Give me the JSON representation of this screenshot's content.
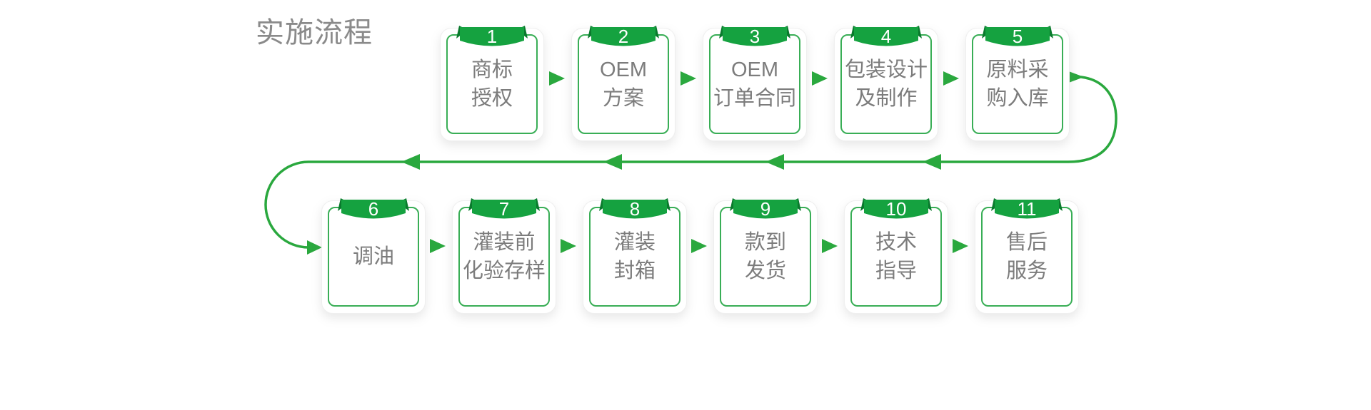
{
  "title": "实施流程",
  "colors": {
    "badge_green": "#15a240",
    "badge_fold_dark_green": "#0a7a2d",
    "box_border_green": "#39ae56",
    "arrow_line_green": "#2aa83e",
    "box_text_gray": "#7c7c7c",
    "title_gray": "#8a8a8a",
    "card_background": "#ffffff"
  },
  "icons": {
    "step_arrow": "right-triangle-arrow-icon",
    "flow_line_arrow": "left-triangle-arrow-icon",
    "badge_ribbon": "numbered-ribbon-banner-icon"
  },
  "steps": [
    {
      "num": "1",
      "lines": [
        "商标",
        "授权"
      ]
    },
    {
      "num": "2",
      "lines": [
        "OEM",
        "方案"
      ]
    },
    {
      "num": "3",
      "lines": [
        "OEM",
        "订单合同"
      ]
    },
    {
      "num": "4",
      "lines": [
        "包装设计",
        "及制作"
      ]
    },
    {
      "num": "5",
      "lines": [
        "原料采",
        "购入库"
      ]
    },
    {
      "num": "6",
      "lines": [
        "调油"
      ]
    },
    {
      "num": "7",
      "lines": [
        "灌装前",
        "化验存样"
      ]
    },
    {
      "num": "8",
      "lines": [
        "灌装",
        "封箱"
      ]
    },
    {
      "num": "9",
      "lines": [
        "款到",
        "发货"
      ]
    },
    {
      "num": "10",
      "lines": [
        "技术",
        "指导"
      ]
    },
    {
      "num": "11",
      "lines": [
        "售后",
        "服务"
      ]
    }
  ]
}
